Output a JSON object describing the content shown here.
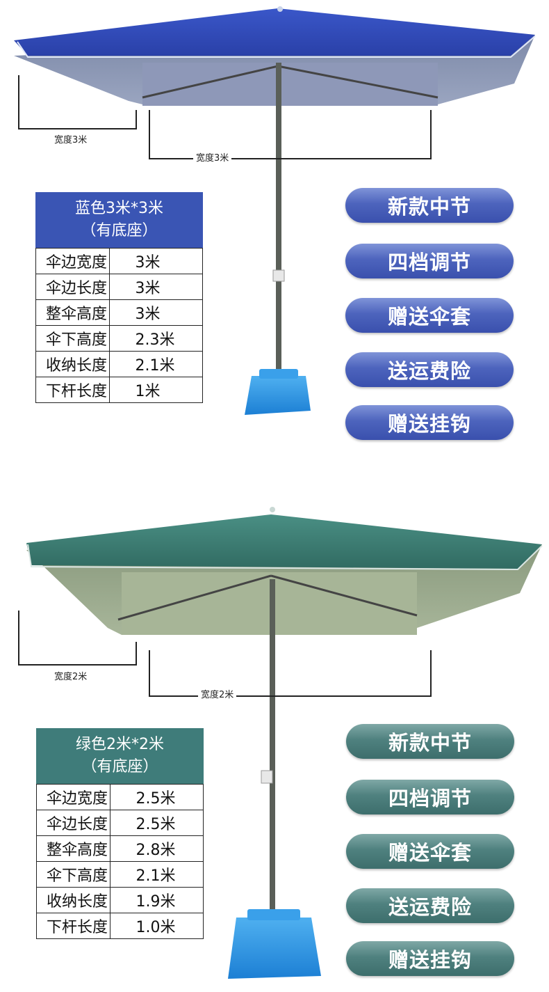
{
  "colors": {
    "blue_canopy": "#2f49b8",
    "blue_header": "#3a55b4",
    "green_canopy": "#3d7f74",
    "green_header": "#3f7c7a",
    "base_blue": "#2a8ee0"
  },
  "blue_section": {
    "dim_label_left": "宽度3米",
    "dim_label_bottom": "宽度3米",
    "spec_title": "蓝色3米*3米",
    "spec_subtitle": "（有底座）",
    "specs": [
      {
        "key": "伞边宽度",
        "value": "3米"
      },
      {
        "key": "伞边长度",
        "value": "3米"
      },
      {
        "key": "整伞高度",
        "value": "3米"
      },
      {
        "key": "伞下高度",
        "value": "2.3米"
      },
      {
        "key": "收纳长度",
        "value": "2.1米"
      },
      {
        "key": "下杆长度",
        "value": "1米"
      }
    ],
    "features": [
      "新款中节",
      "四档调节",
      "赠送伞套",
      "送运费险",
      "赠送挂钩"
    ]
  },
  "green_section": {
    "dim_label_left": "宽度2米",
    "dim_label_bottom": "宽度2米",
    "spec_title": "绿色2米*2米",
    "spec_subtitle": "（有底座）",
    "specs": [
      {
        "key": "伞边宽度",
        "value": "2.5米"
      },
      {
        "key": "伞边长度",
        "value": "2.5米"
      },
      {
        "key": "整伞高度",
        "value": "2.8米"
      },
      {
        "key": "伞下高度",
        "value": "2.1米"
      },
      {
        "key": "收纳长度",
        "value": "1.9米"
      },
      {
        "key": "下杆长度",
        "value": "1.0米"
      }
    ],
    "features": [
      "新款中节",
      "四档调节",
      "赠送伞套",
      "送运费险",
      "赠送挂钩"
    ]
  }
}
